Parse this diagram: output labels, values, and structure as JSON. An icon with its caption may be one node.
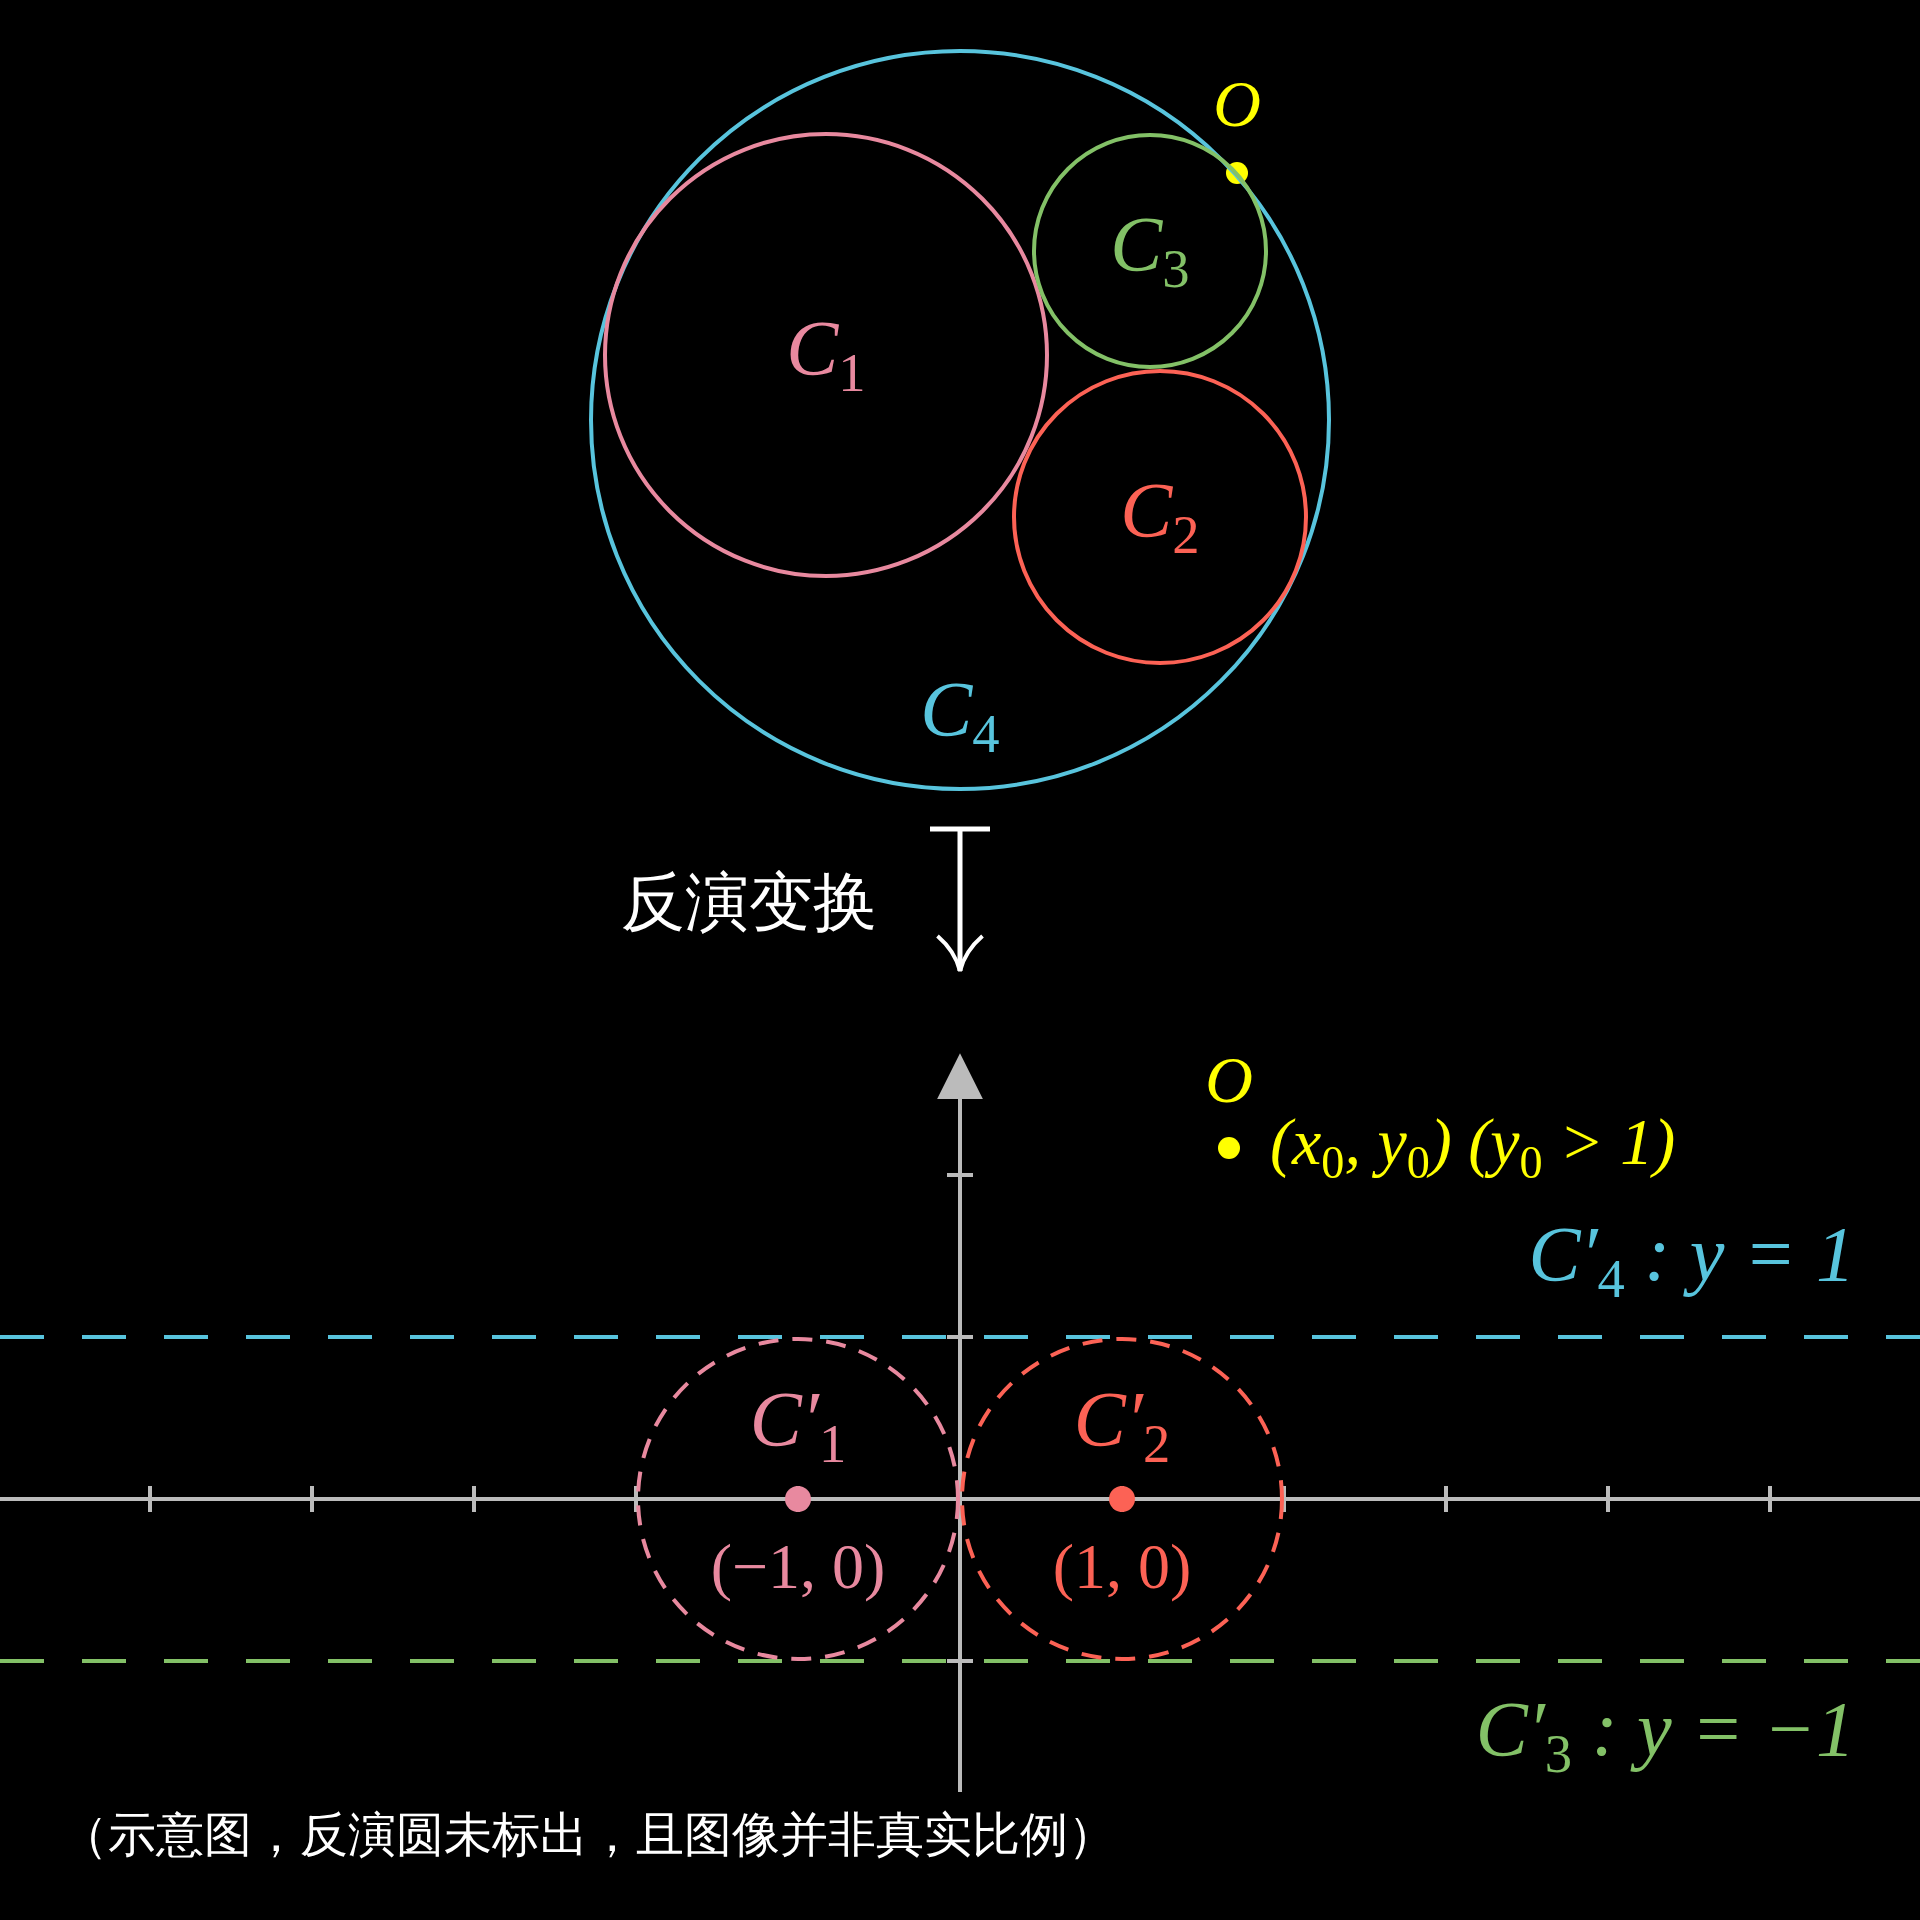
{
  "diagram": {
    "caption": "（示意图，反演圆未标出，且图像并非真实比例）",
    "nodes": [
      {
        "text": [
          "C$_{4}$"
        ]
      },
      {
        "text": [
          "C$_{1}$"
        ],
        "in": 0
      },
      {
        "text": [
          "C$_{3}$"
        ],
        "in": 0
      },
      {
        "text": [
          "C$_{2}$"
        ],
        "in": 0
      },
      {
        "text": [
          "C′$_{1}$",
          "(−1, 0)"
        ]
      },
      {
        "text": [
          "C′$_{2}$",
          "(1, 0)"
        ]
      }
    ],
    "labels": [
      "O",
      "反演变换",
      "O",
      "(x$_{0}$, y$_{0}$) (y$_{0}$ > 1)",
      "C′$_{4}$ : y = 1",
      "C′$_{3}$ : y = −1"
    ]
  }
}
